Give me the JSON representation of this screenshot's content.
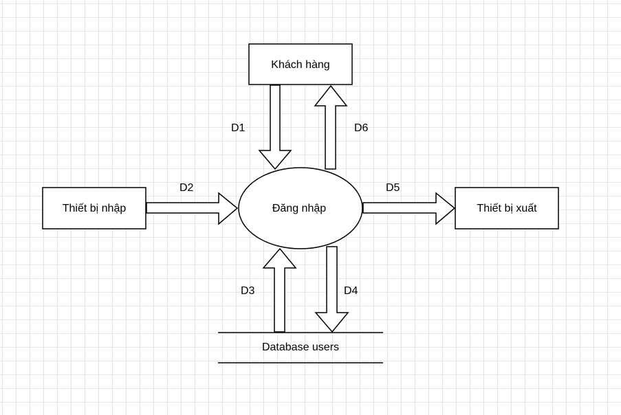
{
  "nodes": {
    "khach_hang": "Khách hàng",
    "thiet_bi_nhap": "Thiết bị nhập",
    "thiet_bi_xuat": "Thiết bị xuất",
    "dang_nhap": "Đăng nhập",
    "database_users": "Database users"
  },
  "flows": {
    "d1": "D1",
    "d2": "D2",
    "d3": "D3",
    "d4": "D4",
    "d5": "D5",
    "d6": "D6"
  },
  "colors": {
    "stroke": "#000000",
    "fill": "#ffffff",
    "grid": "#e6e6e6"
  }
}
